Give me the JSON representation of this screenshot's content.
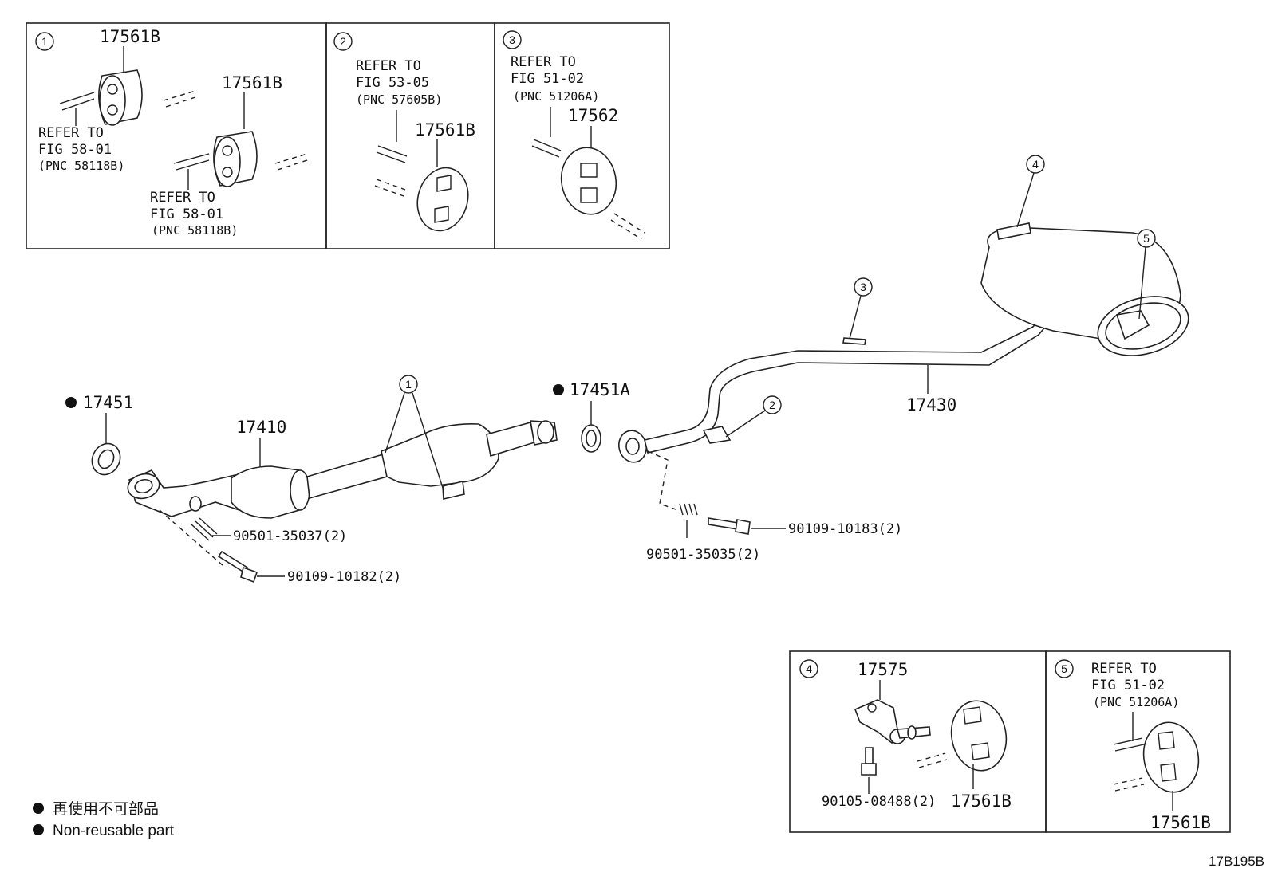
{
  "inset_boxes": {
    "box1": {
      "num": "1",
      "top_part": "17561B",
      "second_part": "17561B",
      "refer1": [
        "REFER TO",
        "FIG 58-01",
        "(PNC 58118B)"
      ],
      "refer2": [
        "REFER TO",
        "FIG 58-01",
        "(PNC 58118B)"
      ]
    },
    "box2": {
      "num": "2",
      "refer": [
        "REFER TO",
        "FIG 53-05",
        "(PNC 57605B)"
      ],
      "part": "17561B"
    },
    "box3": {
      "num": "3",
      "refer": [
        "REFER TO",
        "FIG 51-02",
        "(PNC 51206A)"
      ],
      "part": "17562"
    },
    "box4": {
      "num": "4",
      "bracket": "17575",
      "bolt": "90105-08488(2)",
      "part": "17561B"
    },
    "box5": {
      "num": "5",
      "refer": [
        "REFER TO",
        "FIG 51-02",
        "(PNC 51206A)"
      ],
      "part": "17561B"
    }
  },
  "main": {
    "gasket_front": "17451",
    "front_pipe": "17410",
    "gasket_center": "17451A",
    "tail_pipe": "17430",
    "spring_front": "90501-35037(2)",
    "bolt_front": "90109-10182(2)",
    "spring_rear": "90501-35035(2)",
    "bolt_rear": "90109-10183(2)",
    "callouts": [
      "1",
      "2",
      "3",
      "4",
      "5"
    ]
  },
  "legend": {
    "jp": "再使用不可部品",
    "en": "Non-reusable part"
  },
  "figure_code": "17B195B"
}
